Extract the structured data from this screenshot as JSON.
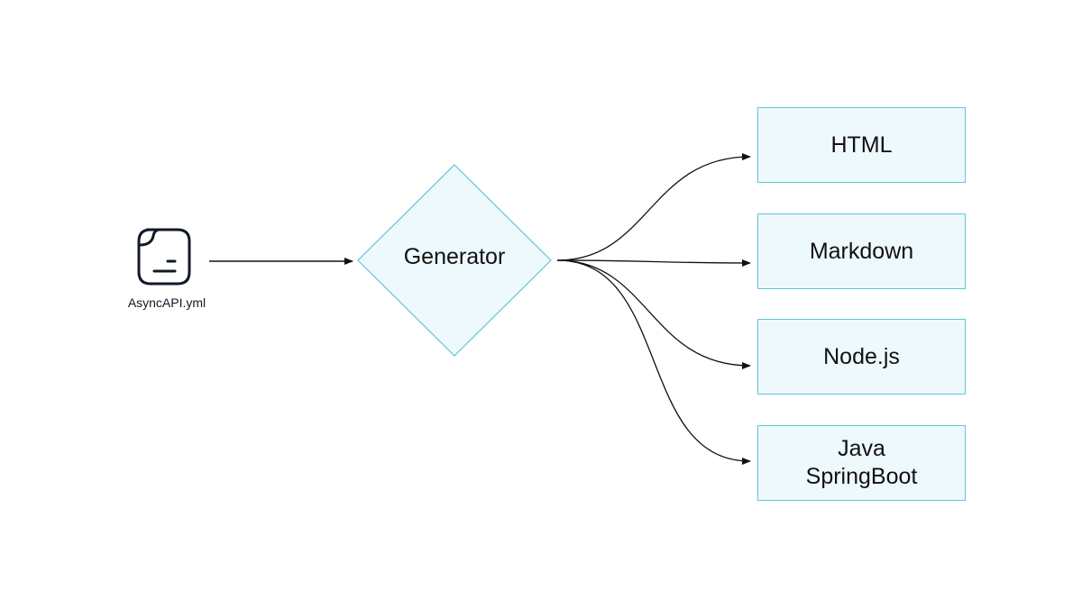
{
  "source": {
    "label": "AsyncAPI.yml",
    "icon": "document-icon"
  },
  "generator": {
    "label": "Generator"
  },
  "outputs": [
    {
      "label": "HTML"
    },
    {
      "label": "Markdown"
    },
    {
      "label": "Node.js"
    },
    {
      "label": "Java\nSpringBoot"
    }
  ],
  "colors": {
    "node_border": "#5fc6d6",
    "node_fill": "#eef9fd",
    "edge": "#111111"
  }
}
